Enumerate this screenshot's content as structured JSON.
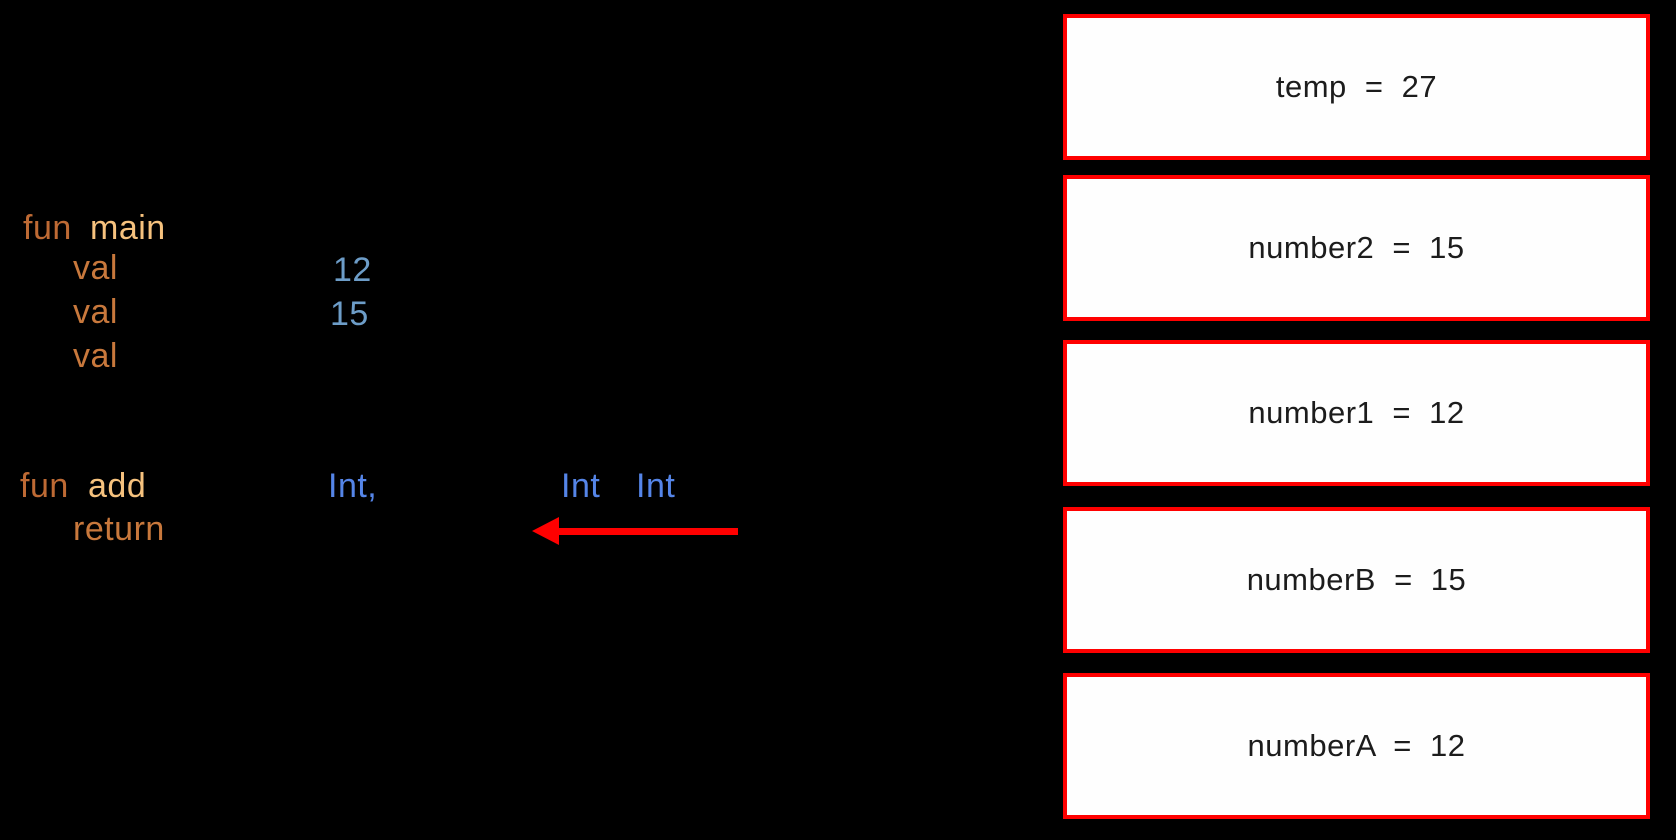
{
  "colors": {
    "background": "#000000",
    "keyword_fun": "#BE6A34",
    "function_name": "#F6C27E",
    "keyword_val_return": "#C8783C",
    "number_literal": "#6D9DC8",
    "type_int": "#5585E8",
    "arrow_red": "#FF0000",
    "box_border_red": "#FF0000",
    "box_fill": "#FEFEFE",
    "box_text": "#1C1C1C"
  },
  "code": {
    "block_main": {
      "fun_keyword": "fun",
      "function_name": "main",
      "val_keyword_1": "val",
      "value_1": "12",
      "val_keyword_2": "val",
      "value_2": "15",
      "val_keyword_3": "val"
    },
    "block_add": {
      "fun_keyword": "fun",
      "function_name": "add",
      "param_type_1": "Int,",
      "param_type_2": "Int",
      "return_type": "Int",
      "return_keyword": "return"
    }
  },
  "arrow": {
    "direction": "left",
    "color": "#FF0000"
  },
  "memory": {
    "boxes": [
      {
        "label": "temp = 27"
      },
      {
        "label": "number2 = 15"
      },
      {
        "label": "number1 = 12"
      },
      {
        "label": "numberB = 15"
      },
      {
        "label": "numberA = 12"
      }
    ]
  }
}
